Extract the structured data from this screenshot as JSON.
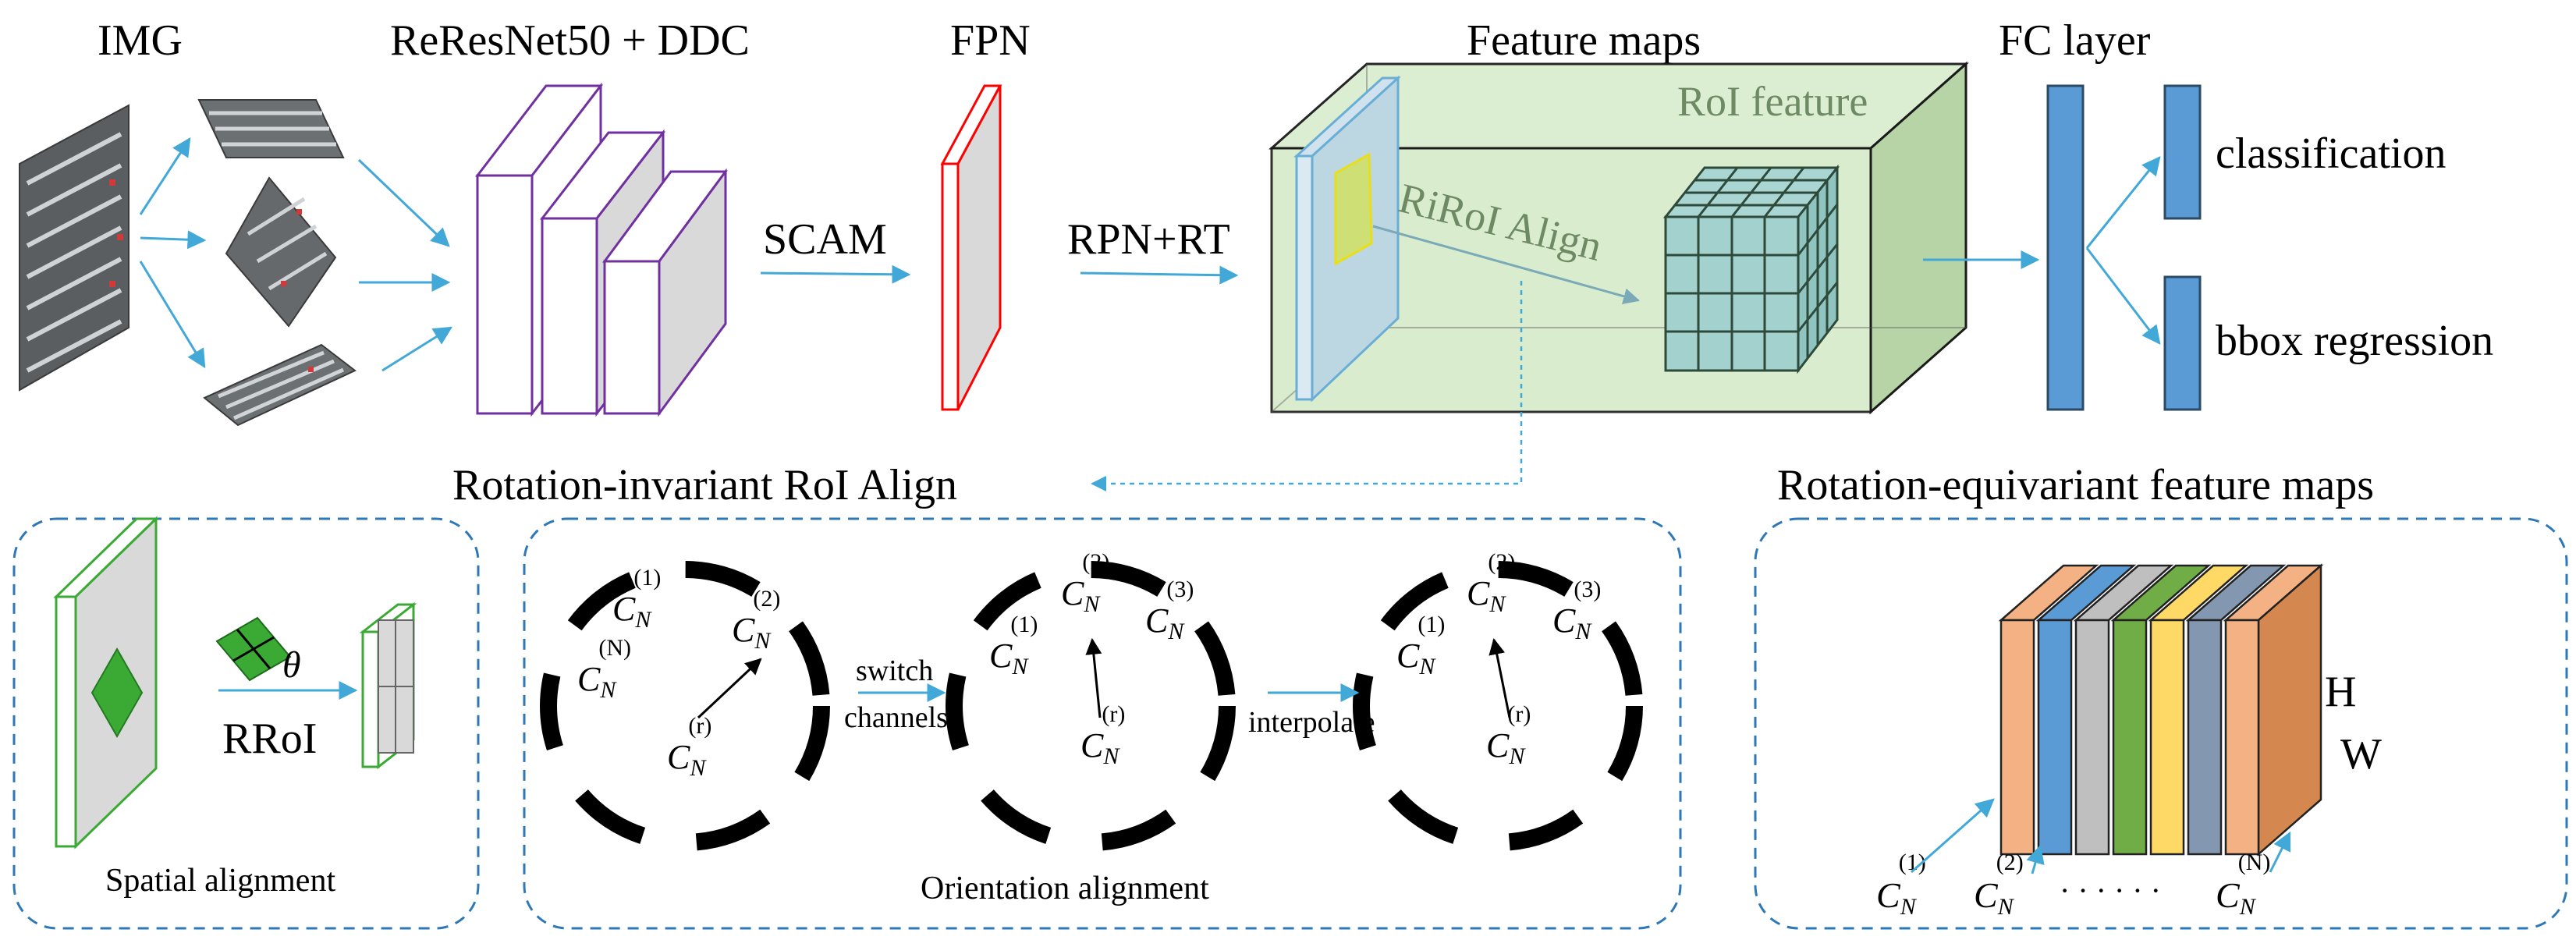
{
  "top": {
    "img_label": "IMG",
    "backbone_label": "ReResNet50 + DDC",
    "fpn_label": "FPN",
    "feature_maps_label": "Feature maps",
    "fc_label": "FC layer",
    "scam_label": "SCAM",
    "rpn_label": "RPN+RT",
    "roi_feature_label": "RoI feature",
    "riroi_label": "RiRoI Align",
    "classification_label": "classification",
    "bbox_label": "bbox regression"
  },
  "bottom": {
    "riroi_title": "Rotation-invariant RoI Align",
    "equiv_title": "Rotation-equivariant feature maps",
    "spatial": {
      "caption": "Spatial alignment",
      "rroi_label": "RRoI",
      "theta_label": "θ"
    },
    "orientation": {
      "caption": "Orientation alignment",
      "switch_label_1": "switch",
      "switch_label_2": "channels",
      "interpolate_label": "interpolate",
      "circles": [
        {
          "top": "C",
          "top_sup": "(1)",
          "right": "C",
          "right_sup": "(2)",
          "left": "C",
          "left_sup": "(N)",
          "center": "C",
          "center_sup": "(r)"
        },
        {
          "top": "C",
          "top_sup": "(2)",
          "right": "C",
          "right_sup": "(3)",
          "left": "C",
          "left_sup": "(1)",
          "center": "C",
          "center_sup": "(r)"
        },
        {
          "top": "C",
          "top_sup": "(2)",
          "right": "C",
          "right_sup": "(3)",
          "left": "C",
          "left_sup": "(1)",
          "center": "C",
          "center_sup": "(r)"
        }
      ],
      "sub": "N"
    },
    "equivariant": {
      "h_label": "H",
      "w_label": "W",
      "c1": "C",
      "c1_sup": "(1)",
      "c2": "C",
      "c2_sup": "(2)",
      "cn": "C",
      "cn_sup": "(N)",
      "sub": "N",
      "dots": "· · · · · ·",
      "slice_colors": [
        "#f4b183",
        "#5b9bd5",
        "#bfbfbf",
        "#70ad47",
        "#ffd966",
        "#8497b0",
        "#f4b183"
      ]
    }
  },
  "colors": {
    "arrow": "#41a8d8",
    "purple": "#7030a0",
    "red": "#ff0000",
    "fc_blue": "#5b9bd5",
    "green": "#3aaa35",
    "cube_fill": "#cfe6bf"
  }
}
